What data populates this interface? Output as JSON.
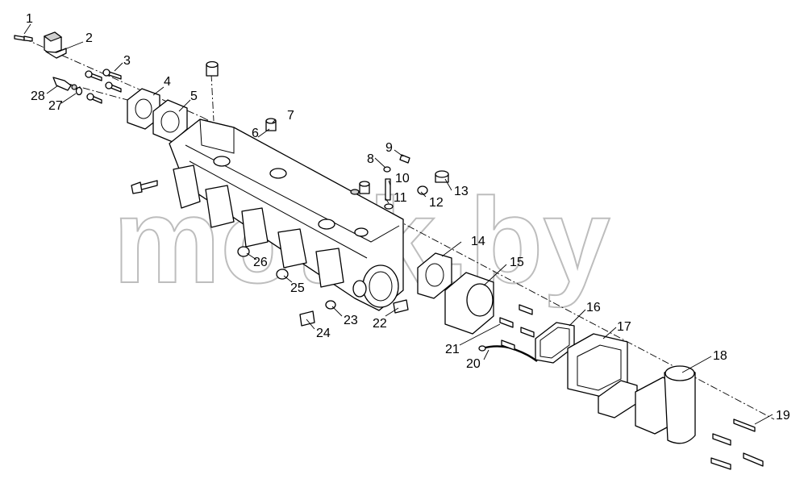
{
  "watermark": "motik.by",
  "callouts": [
    "1",
    "2",
    "3",
    "4",
    "5",
    "6",
    "7",
    "8",
    "9",
    "10",
    "11",
    "12",
    "13",
    "14",
    "15",
    "16",
    "17",
    "18",
    "19",
    "20",
    "21",
    "22",
    "23",
    "24",
    "25",
    "26",
    "27",
    "28"
  ]
}
